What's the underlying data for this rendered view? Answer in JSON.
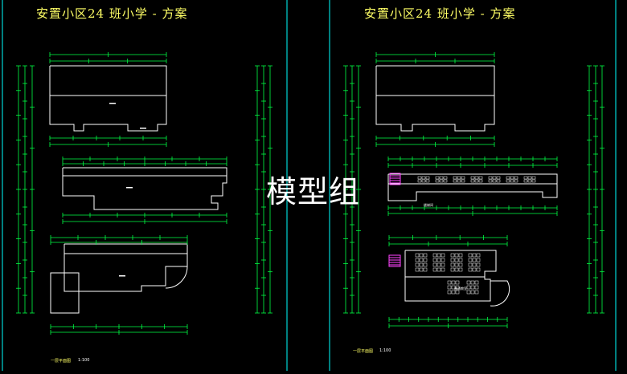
{
  "sheets": [
    {
      "title": "安置小区24 班小学 -  方案",
      "caption": "一层平面图",
      "scale": "1:100"
    },
    {
      "title": "安置小区24 班小学 -  方案",
      "caption": "一层平面图",
      "scale": "1:100"
    }
  ],
  "watermark": "模型组",
  "room_tags": {
    "stair": "楼梯间",
    "classroom": "普通教室"
  },
  "colors": {
    "background": "#000000",
    "frame": "#00ffff",
    "outline": "#ffffff",
    "dimension": "#00ff44",
    "title": "#ffff66",
    "accent": "#ff44ff"
  }
}
